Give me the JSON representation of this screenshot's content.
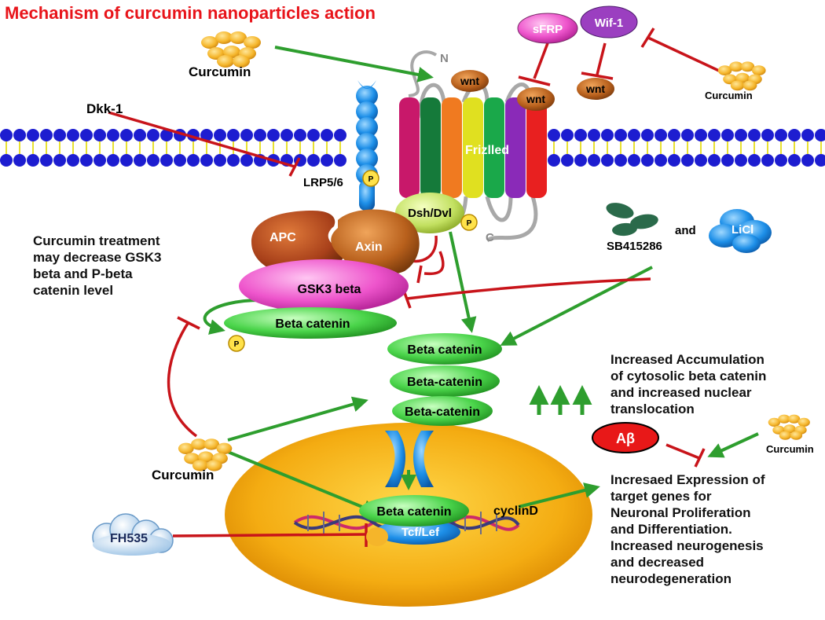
{
  "title": "Mechanism of curcumin nanoparticles action",
  "nodes": {
    "sfrp": "sFRP",
    "wif1": "Wif-1",
    "wnt_a": "wnt",
    "wnt_b": "wnt",
    "wnt_c": "wnt",
    "n_term": "N",
    "c_term": "C",
    "frizzled": "Frizlled",
    "dkk1": "Dkk-1",
    "lrp": "LRP5/6",
    "p_lrp": "P",
    "dsh": "Dsh/Dvl",
    "p_dsh": "P",
    "apc": "APC",
    "axin": "Axin",
    "gsk3": "GSK3 beta",
    "beta_catenin_p": "Beta catenin",
    "p_beta": "P",
    "beta_1": "Beta catenin",
    "beta_2": "Beta-catenin",
    "beta_3": "Beta-catenin",
    "beta_nuc": "Beta catenin",
    "tcf": "Tcf/Lef",
    "cyclin": "cyclinD",
    "fh535": "FH535",
    "abeta": "Aβ",
    "sb": "SB415286",
    "and": "and",
    "licl": "LiCl"
  },
  "curcumin_labels": {
    "top": "Curcumin",
    "top_right": "Curcumin",
    "bottom_left": "Curcumin",
    "right": "Curcumin"
  },
  "notes": {
    "left": [
      "Curcumin treatment",
      "may decrease GSK3",
      "beta and P-beta",
      "catenin level"
    ],
    "right_top": [
      "Increased Accumulation",
      "of cytosolic beta catenin",
      "and increased nuclear",
      "translocation"
    ],
    "right_bottom": [
      "Incresaed Expression of",
      "target genes for",
      "Neuronal Proliferation",
      "and Differentiation.",
      "Increased neurogenesis",
      "and decreased",
      "neurodegeneration"
    ]
  },
  "colors": {
    "title": "#e8141a",
    "activation_arrow": "#2e9e2e",
    "inhibition_line": "#c8141a",
    "membrane_head": "#1d1dd0",
    "curcumin": "#f5b52a",
    "beta_catenin": "#46d046",
    "gsk3": "#ee55cc",
    "nucleus": "#f0a010"
  },
  "icons": [
    "curcumin-cluster-icon",
    "cloud-icon",
    "dna-helix-icon",
    "membrane-channel-icon",
    "phosphate-icon"
  ]
}
